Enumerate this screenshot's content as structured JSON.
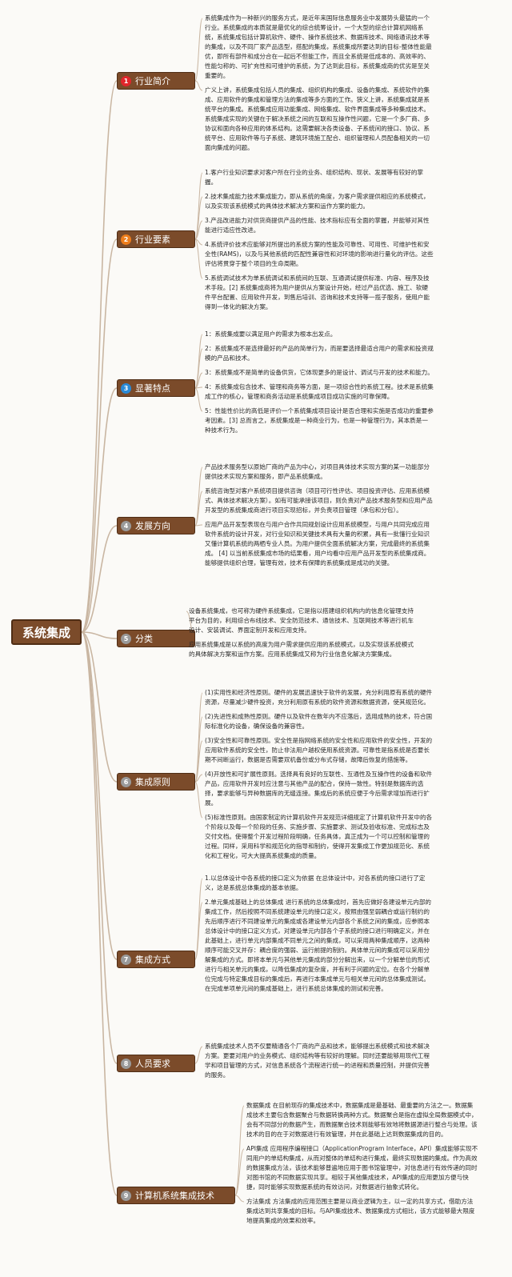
{
  "root": {
    "label": "系统集成"
  },
  "colors": {
    "topic_bg": "#7b4b2a",
    "link": "#c9b6a2",
    "badge_red": "#e0262b",
    "badge_orange": "#ee7d1b",
    "badge_blue": "#2a8ad6",
    "badge_gray": "#9a9a9a"
  },
  "topics": [
    {
      "badge": "1",
      "label": "行业简介",
      "paragraphs": [
        "系统集成作为一种新兴的服务方式，是近年来国际信息服务业中发展势头最猛的一个行业。系统集成的本质就是最优化的综合统筹设计，一个大型的综合计算机网络系统，系统集成包括计算机软件、硬件、操作系统技术、数据库技术、网络通讯技术等的集成，以及不同厂家产品选型，搭配的集成，系统集成所要达到的目标-整体性能最优，即所有部件和成分合在一起后不但能工作，而且全系统是低成本的、高效率的、性能匀称的、可扩充性和可维护的系统，为了达到此目标，系统集成商的优劣是至关重要的。",
        "广义上讲，系统集成包括人员的集成、组织机构的集成、设备的集成、系统软件的集成、应用软件的集成和管理方法的集成等多方面的工作。狭义上讲，系统集成就是系统平台的集成。系统集成应用功能集成、网络集成、软件界面集成等多种集成技术。系统集成实现的关键在于解决系统之间的互联和互操作性问题，它是一个多厂商、多协议和面向各种应用的体系结构。这需要解决各类设备、子系统间的接口、协议、系统平台、应用软件等与子系统、建筑环境施工配合、组织管理和人员配备相关的一切面向集成的问题。"
      ]
    },
    {
      "badge": "2",
      "label": "行业要素",
      "paragraphs": [
        "1.客户行业知识要求对客户所在行业的业务、组织结构、现状、发展等有较好的掌握。",
        "2.技术集成能力技术集成能力，即从系统的角度，为客户需求提供相应的系统模式，以及实现该系统模式的具体技术解决方案和运作方案的能力。",
        "3.产品改进能力对供货商提供产品的性能、技术指标应有全面的掌握，并能够对其性能进行适应性改进。",
        "4.系统评价技术应能够对所提出的系统方案的性能及可靠性、可用性、可维护性和安全性(RAMS)，以及与其他系统的匹配性兼容性和对环境的影响进行量化的评估。这些评估将贯穿于整个项目的生命周期。",
        "5.系统调试技术为单系统调试和系统间的互联、互通调试提供标准、内容、程序及技术手段。[2] 系统集成商将为用户提供从方案设计开始，经过产品优选、施工、软硬件平台配置、应用软件开发，到售后培训、咨询和技术支持等一揽子服务，使用户能得到一体化的解决方案。"
      ]
    },
    {
      "badge": "3",
      "label": "显著特点",
      "paragraphs": [
        "1：系统集成要以满足用户的需求为根本出发点。",
        "2：系统集成不是选择最好的产品的简单行为，而是要选择最适合用户的需求和投资规模的产品和技术。",
        "3：系统集成不是简单的设备供货，它体现更多的是设计、调试与开发的技术和能力。",
        "4：系统集成包含技术、管理和商务等方面，是一项综合性的系统工程。技术是系统集成工作的核心，管理和商务活动是系统集成项目成功实施的可靠保障。",
        "5：性能性价比的高低是评价一个系统集成项目设计是否合理和实施是否成功的重要参考因素。[3] 总而言之，系统集成是一种商业行为，也是一种管理行为，其本质是一种技术行为。"
      ]
    },
    {
      "badge": "4",
      "label": "发展方向",
      "paragraphs": [
        "产品技术服务型以原始厂商的产品为中心，对项目具体技术实现方案的某一功能部分提供技术实现方案和服务，即产品系统集成。",
        "系统咨询型对客户系统项目提供咨询（项目可行性评估、项目投资评估、应用系统模式、具体技术解决方案）。如有可能承接该项目，则负责对产品技术服务型和应用产品开发型的系统集成商进行项目实现招标，并负责项目管理（承包和分包）。",
        "应用产品开发型表现在与用户合作共同规划设计应用系统模型，与用户共同完成应用软件系统的设计开发，对行业知识和关键技术具有大量的积累，具有一批懂行业知识又懂计算机系统的两栖专业人员。为用户提供全面系统解决方案，完成最终的系统集成。 [4] 以当前系统集成市场的结果看，用户均看中应用产品开发型的系统集成商。能够提供组织合理，管理有效，技术有保障的系统集成是成功的关键。"
      ]
    },
    {
      "badge": "5",
      "label": "分类",
      "paragraphs": [
        "设备系统集成，也可称为硬件系统集成，它是指以搭建组织机构内的信息化管理支持平台为目的，利用综合布线技术、安全防范技术、通信技术、互联网技术等进行机车设计、安装调试、界面定制开发和应用支持。",
        "应用系统集成是以系统的高度为用户需求提供应用的系统模式，以及实现该系统模式的具体解决方案和运作方案。应用系统集成又称为行业信息化解决方案集成。"
      ]
    },
    {
      "badge": "6",
      "label": "集成原则",
      "paragraphs": [
        "(1)实用性和经济性原则。硬件的发展迅速快于软件的发展，充分利用原有系统的硬件资源，尽量减少硬件投资，充分利用原有系统的软件资源和数据资源，使其规范化。",
        "(2)先进性和成熟性原则。硬件以及软件在数年内不应落后，选用成熟的技术，符合国际标准化的设备，确保设备的兼容性。",
        "(3)安全性和可靠性原则。安全性是指网络系统的安全性和应用软件的安全性，开发的应用软件系统的安全性，防止非法用户越权使用系统资源。可靠性是指系统是否要长期不间断运行，数据是否需要双机备份或分布式存储，故障后恢复的措施等。",
        "(4)开放性和可扩展性原则。选择具有良好的互联性、互通性及互操作性的设备和软件产品，应用软件开发时应注意与其他产品的配合，保持一致性。特别是数据库的选择，要求能够与异种数据库的无缝连接。集成后的系统应便于今后需求增加而进行扩展。",
        "(5)标准性原则。由国家制定的计算机软件开发规范详细规定了计算机软件开发中的各个阶段以及每一个阶段的任务、实施步骤、实施要求、测试及验收标准、完成标志及交付文档。使得整个开发过程阶段明确，任务具体，真正成为一个可以控制和管理的过程。同样，采用科学和规范化的指导和制约，使得开发集成工作更加规范化、系统化和工程化，可大大提高系统集成的质量。"
      ]
    },
    {
      "badge": "7",
      "label": "集成方式",
      "paragraphs": [
        "1.以总体设计中各系统的接口定义为依据 在总体设计中，对各系统的接口进行了定义，这是系统总体集成的基本依据。",
        "2.单元集成基础上的总体集成 进行系统的总体集成时，首先应做好各建设单元内部的集成工作，然后按照不同系统建设单元的接口定义，按照由强至弱耦合或运行制约的先后顺序进行不同建设单元的集成或各建设单元内部各个系统之间的集成，应参照本总体设计中的接口定义方式，对建设单元内部各个子系统的接口进行明确定义，并在此基础上，进行单元内部集成不同单元之间的集成，可以采用两种集成顺序，这两种顺序可能交叉并存：耦合度的强弱、运行前提的制约。具体单元间的集成可以采用分解集成的方式。即将本单元与其他单元集成的部分分解出来，以一个分解单位的形式进行与相关单元的集成，以降低集成的复杂度，并有利于问题的定位。在各个分解单位完成与特定集成目标的集成后，再进行本集成单元与相关单元间的总体集成测试。 在完成单项单元间的集成基础上，进行系统总体集成的测试和完善。"
      ]
    },
    {
      "badge": "8",
      "label": "人员要求",
      "paragraphs": [
        "系统集成技术人员不仅要精通各个厂商的产品和技术，能够提出系统模式和技术解决方案。更要对用户的业务模式、组织结构等有较好的理解。同时还要能够用现代工程学和项目管理的方式，对信息系统各个流程进行统一的进程和质量控制，并提供完善的服务。"
      ]
    },
    {
      "badge": "9",
      "label": "计算机系统集成技术",
      "paragraphs": [
        "数据集成 在目前现存的集成技术中，数据集成是最基础、最重要的方法之一。数据集成技术主要包含数据聚合与数据转换两种方式。数据聚合是指在虚拟全局数据模式中，会有不同部分的数据产生，而数据聚合技术则能够有效地将数据源进行整合与处理。该技术的目的在于对数据进行有效管理，并在此基础上达到数据集成的目的。",
        "API集成 应用程序编程接口（ApplicationProgram Interface，API）集成能够实现不同用户的单结构集成，从而对整体的单结构进行集成，最终实现数据的集成。作为高效的数据集成方法，该技术能够普遍地应用于图书馆管理中，对信息进行有效传递的同时对图书馆的不同数据实现共享。相较于其他集成技术，API集成的应用更加方便与快捷，同时能够实现数据系统的有效访问，对数据进行抽象式转化。",
        "方法集成 方法集成的应用范围主要是以商业逻辑为主，以一定的共享方式，借助方法集成达到共享集成的目标。与API集成技术、数据集成方式相比，该方式能够最大限度地提高集成的效果和效率。"
      ]
    }
  ]
}
